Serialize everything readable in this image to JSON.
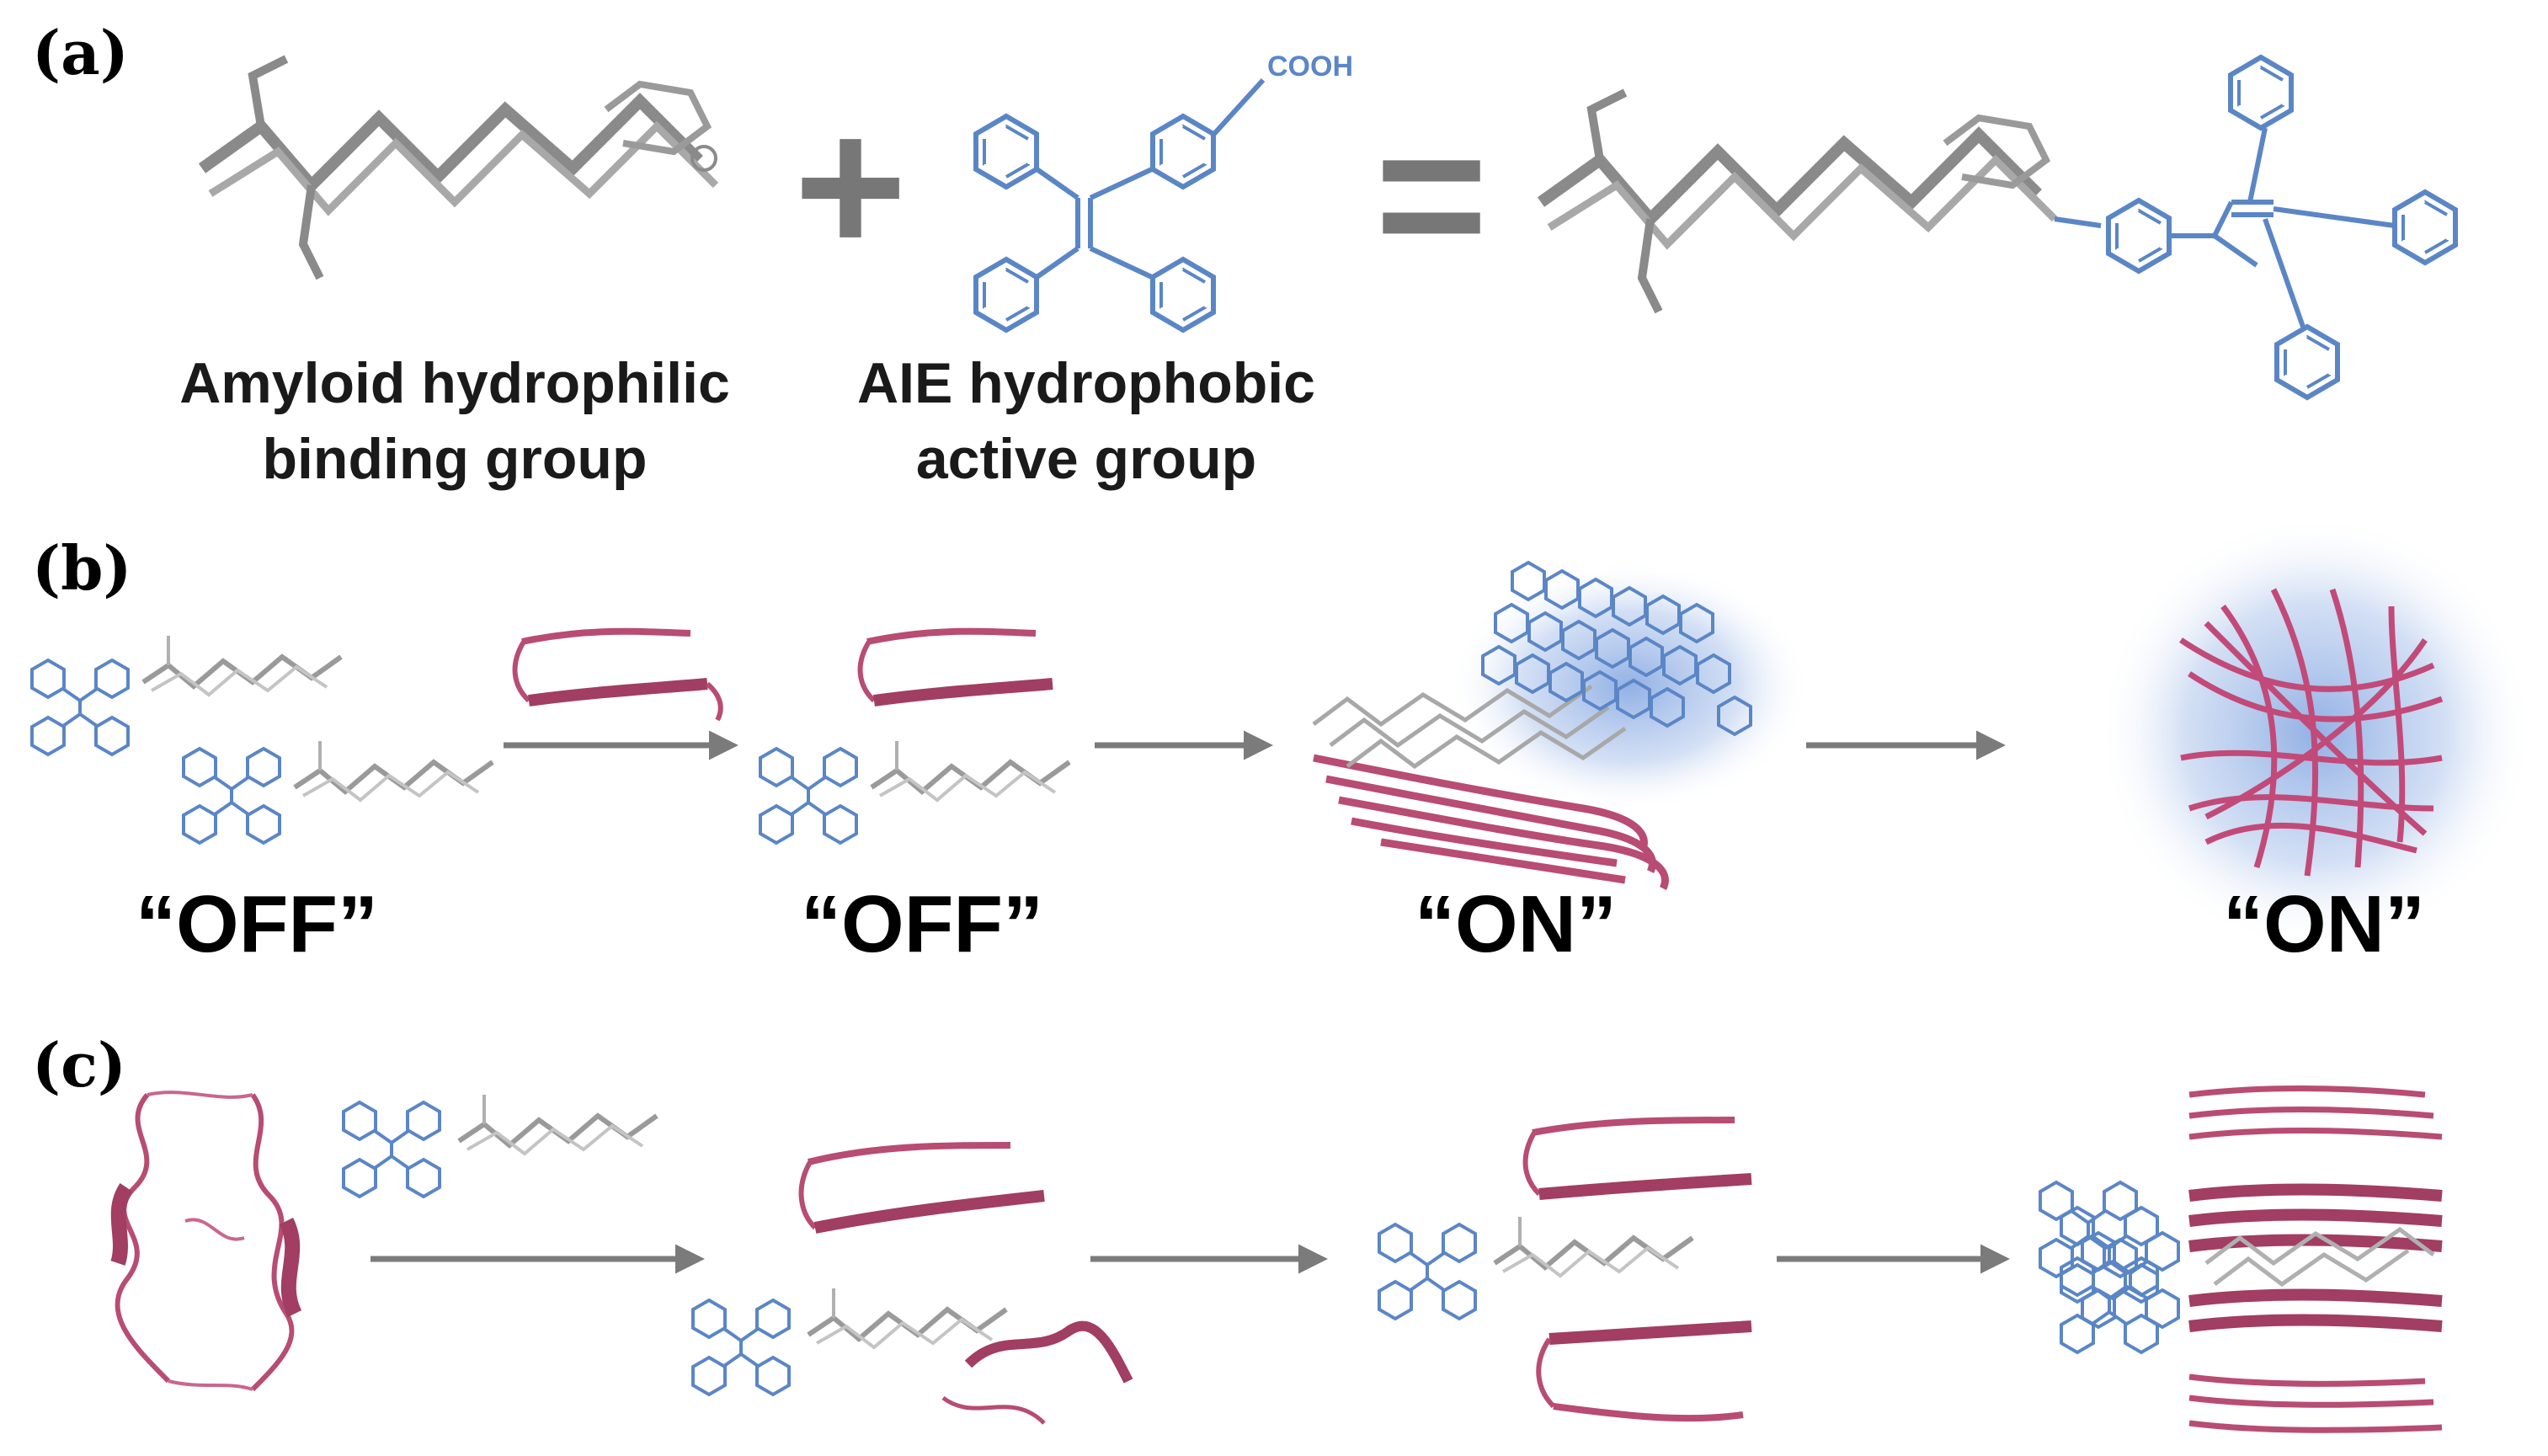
{
  "colors": {
    "aie_blue": "#5b86c6",
    "amyloid_gray": "#8a8a8a",
    "fibril_pink": "#b84c72",
    "arrow_gray": "#7b7b7b",
    "glow": "#7fa3e0"
  },
  "panel_a": {
    "label": "(a)",
    "plus": "+",
    "equals": "=",
    "cooh": "COOH",
    "left_caption_line1": "Amyloid hydrophilic",
    "left_caption_line2": "binding group",
    "mid_caption_line1": "AIE hydrophobic",
    "mid_caption_line2": "active group"
  },
  "panel_b": {
    "label": "(b)",
    "state1": "“OFF”",
    "state2": "“OFF”",
    "state3": "“ON”",
    "state4": "“ON”"
  },
  "panel_c": {
    "label": "(c)"
  }
}
